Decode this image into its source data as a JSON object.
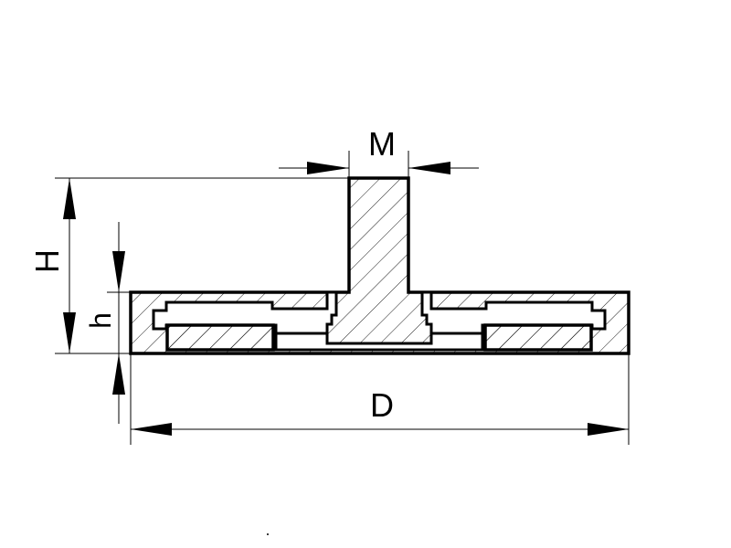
{
  "drawing": {
    "labels": {
      "diameter": "D",
      "thread": "M",
      "total_height": "H",
      "base_height": "h"
    },
    "colors": {
      "line": "#000000",
      "background": "#ffffff"
    }
  }
}
